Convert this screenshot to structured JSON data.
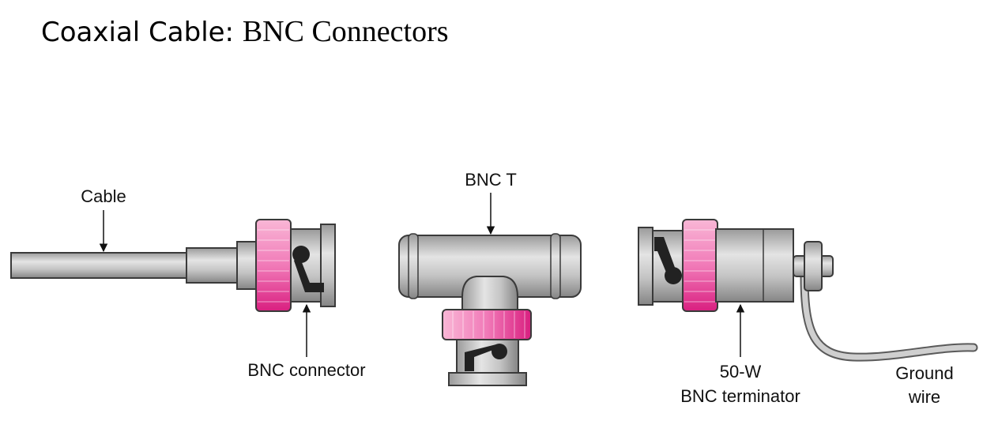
{
  "title": {
    "part1": "Coaxial Cable: ",
    "part2": "BNC Connectors"
  },
  "labels": {
    "cable": "Cable",
    "bnc_connector": "BNC connector",
    "bnc_t": "BNC T",
    "terminator_line1": "50-W",
    "terminator_line2": "BNC terminator",
    "ground_line1": "Ground",
    "ground_line2": "wire"
  },
  "colors": {
    "metal": "#c6c6c6",
    "metal_dark": "#8f8f8f",
    "outline": "#3a3a3a",
    "ring_light": "#f7a6cd",
    "ring_dark": "#e0338c",
    "latch": "#222222"
  }
}
